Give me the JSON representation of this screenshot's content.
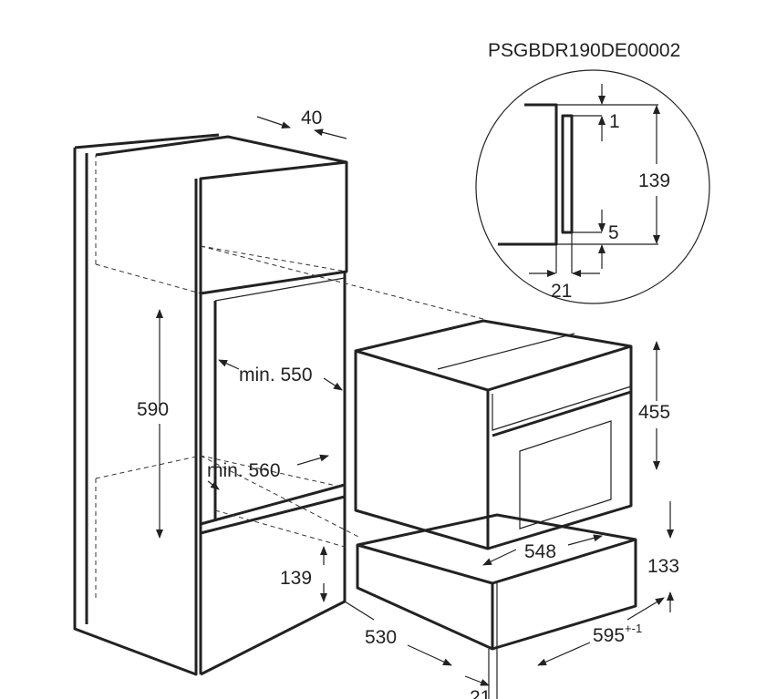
{
  "diagram": {
    "code": "PSGBDR190DE00002",
    "dimensions": {
      "cabinet_top_depth": "40",
      "niche_height": "590",
      "niche_width_min": "min. 550",
      "niche_depth_min": "min. 560",
      "drawer_niche_height": "139",
      "cabinet_depth": "530",
      "front_offset": "21",
      "oven_height": "455",
      "drawer_depth": "548",
      "drawer_height": "133",
      "width": "595",
      "width_tolerance": "+-1"
    },
    "detail": {
      "gap_top": "1",
      "height": "139",
      "gap_bottom": "5",
      "offset": "21"
    }
  }
}
